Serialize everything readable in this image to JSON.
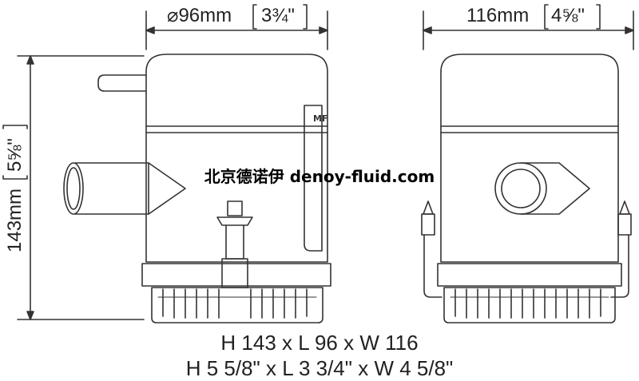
{
  "dimensions": {
    "diameter_mm": "⌀96mm",
    "diameter_in": "3¾\"",
    "width_mm": "116mm",
    "width_in": "4⅝\"",
    "height_mm": "143mm",
    "height_in": "5⅝\""
  },
  "watermark": "北京德诺伊 denoy-fluid.com",
  "caption": {
    "line1": "H 143 x L 96 x W 116",
    "line2": "H 5 5/8\" x L 3 3/4\" x W 4 5/8\""
  },
  "logo_text": "MF"
}
